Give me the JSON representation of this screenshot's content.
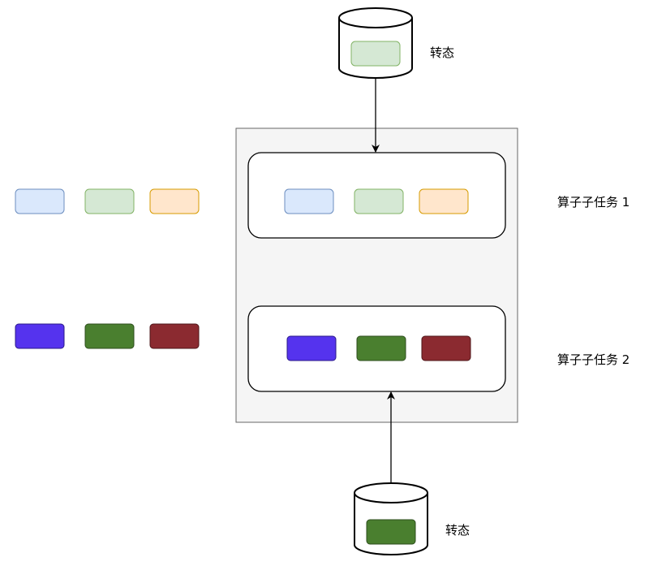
{
  "diagram": {
    "state_label_top": "转态",
    "state_label_bottom": "转态",
    "subtask_1_label": "算子子任务 1",
    "subtask_2_label": "算子子任务 2"
  },
  "colors": {
    "light_blue": "#dae8fc",
    "light_blue_border": "#6c8ebf",
    "light_green": "#d5e8d4",
    "light_green_border": "#82b366",
    "light_orange": "#ffe6cc",
    "light_orange_border": "#d79b00",
    "blue": "#5533ee",
    "green": "#4a7f2f",
    "red": "#8b2a30",
    "container_fill": "#f5f5f5",
    "container_border": "#666666"
  }
}
